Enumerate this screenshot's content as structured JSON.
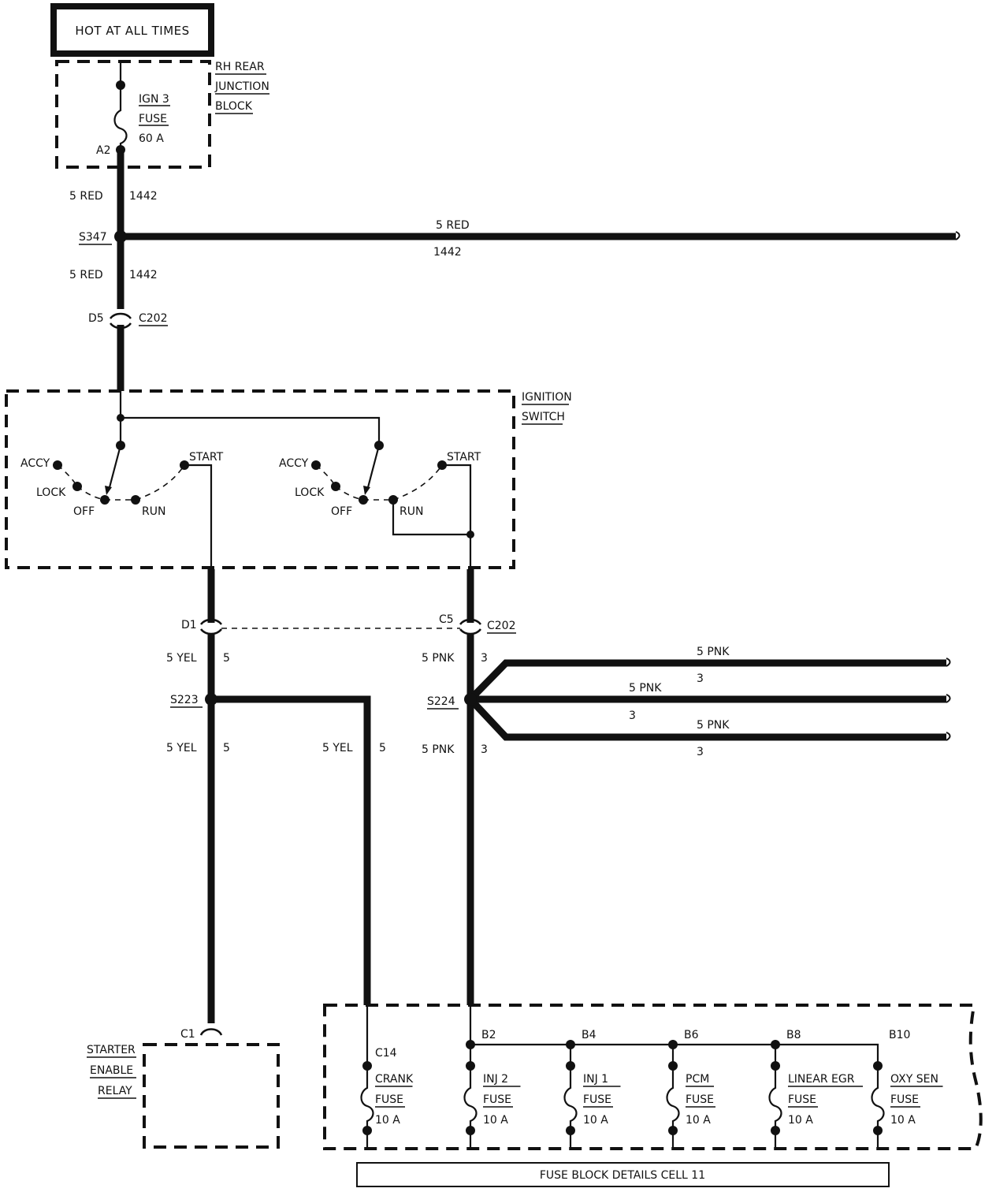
{
  "hot_label": "HOT AT ALL TIMES",
  "junction_block": {
    "line1": "RH REAR",
    "line2": "JUNCTION",
    "line3": "BLOCK"
  },
  "ign3_fuse": {
    "name": "IGN 3",
    "type": "FUSE",
    "rating": "60 A",
    "terminal": "A2"
  },
  "wire_1442": {
    "gauge_color": "5 RED",
    "circuit": "1442"
  },
  "splice_s347": "S347",
  "connector_c202_top": {
    "pin": "D5",
    "name": "C202"
  },
  "ignition_switch": {
    "line1": "IGNITION",
    "line2": "SWITCH",
    "positions": [
      "ACCY",
      "LOCK",
      "OFF",
      "RUN",
      "START"
    ]
  },
  "connector_c202_bottom": {
    "pin_left": "D1",
    "pin_right": "C5",
    "name": "C202"
  },
  "wire_yel": {
    "gauge_color": "5 YEL",
    "circuit": "5"
  },
  "wire_pnk": {
    "gauge_color": "5 PNK",
    "circuit": "3"
  },
  "splice_s223": "S223",
  "splice_s224": "S224",
  "starter_relay": {
    "connector": "C1",
    "line1": "STARTER",
    "line2": "ENABLE",
    "line3": "RELAY"
  },
  "fuses": [
    {
      "terminal": "C14",
      "name": "CRANK",
      "type": "FUSE",
      "rating": "10 A"
    },
    {
      "terminal": "B2",
      "name": "INJ 2",
      "type": "FUSE",
      "rating": "10 A"
    },
    {
      "terminal": "B4",
      "name": "INJ 1",
      "type": "FUSE",
      "rating": "10 A"
    },
    {
      "terminal": "B6",
      "name": "PCM",
      "type": "FUSE",
      "rating": "10 A"
    },
    {
      "terminal": "B8",
      "name": "LINEAR EGR",
      "type": "FUSE",
      "rating": "10 A"
    },
    {
      "terminal": "B10",
      "name": "OXY SEN",
      "type": "FUSE",
      "rating": "10 A"
    }
  ],
  "footer": "FUSE BLOCK DETAILS CELL 11"
}
